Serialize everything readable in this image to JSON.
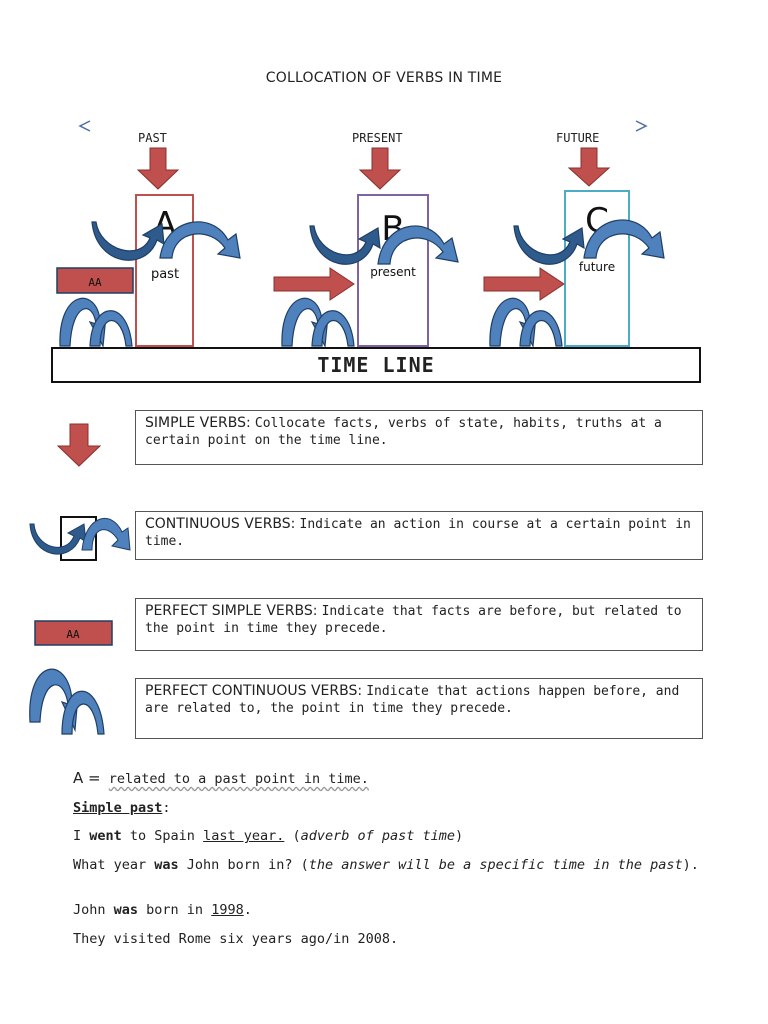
{
  "title": "COLLOCATION OF VERBS IN TIME",
  "diagram": {
    "labels": {
      "past": "PAST",
      "present": "PRESENT",
      "future": "FUTURE"
    },
    "boxes": [
      {
        "letter": "A",
        "word": "past",
        "color": "#c0504d"
      },
      {
        "letter": "B",
        "word": "present",
        "color": "#8064a2"
      },
      {
        "letter": "C",
        "word": "future",
        "color": "#4bacc6"
      }
    ],
    "aa_label": "AA",
    "timeline": "TIME LINE",
    "colors": {
      "red_arrow": "#c0504d",
      "blue_arrow": "#4f81bd",
      "dark_blue": "#1f497d"
    }
  },
  "legend": [
    {
      "head": "SIMPLE VERBS:",
      "desc": "Collocate facts, verbs of state, habits, truths at a certain point on the time line.",
      "icon": "down-arrow-icon"
    },
    {
      "head": "CONTINUOUS VERBS:",
      "desc": "Indicate an action in course at a certain point in time.",
      "icon": "curved-arrows-icon"
    },
    {
      "head": "PERFECT SIMPLE VERBS:",
      "desc": "Indicate that facts are before, but related to the point in time they precede.",
      "icon": "aa-bar-icon",
      "icon_label": "AA"
    },
    {
      "head": "PERFECT CONTINUOUS VERBS:",
      "desc": "Indicate that actions happen before, and are related to, the point in time they precede.",
      "icon": "loop-arrows-icon"
    }
  ],
  "body": {
    "a_def_prefix": "A =",
    "a_def": "related to a past point in time.",
    "simple_past_label": "Simple past",
    "simple_past_colon": ":",
    "ex1": {
      "p1": "I ",
      "bold": "went",
      "p2": " to Spain ",
      "ul": "last year.",
      "p3": " (",
      "it": "adverb of past time",
      "p4": ")"
    },
    "ex2": {
      "p1": "What year ",
      "bold": "was",
      "p2": " John born in? (",
      "it": "the answer will be a specific time in the past",
      "p3": ")."
    },
    "ex3": {
      "p1": "John ",
      "bold": "was",
      "p2": " born in ",
      "ul": "1998",
      "p3": "."
    },
    "ex4": "They visited Rome six years ago/in 2008."
  }
}
